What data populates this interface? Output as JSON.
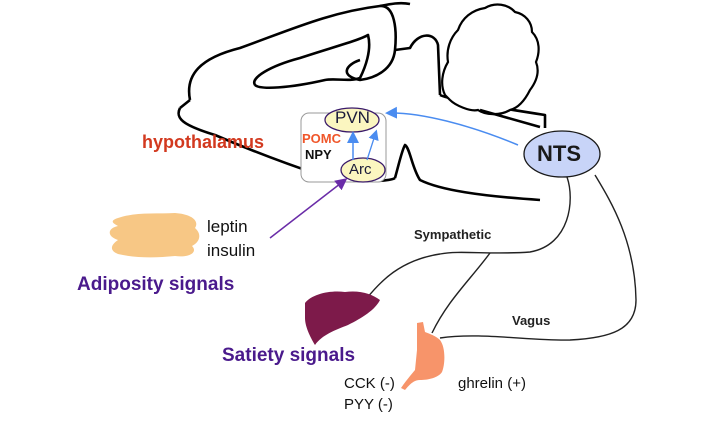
{
  "diagram": {
    "brain_regions": {
      "hypothalamus": "hypothalamus",
      "pvn": "PVN",
      "arc": "Arc",
      "nts": "NTS"
    },
    "neuropeptides": {
      "pomc": "POMC",
      "npy": "NPY"
    },
    "adiposity": {
      "signal_1": "leptin",
      "signal_2": "insulin",
      "heading": "Adiposity signals"
    },
    "pathways": {
      "sympathetic": "Sympathetic",
      "vagus": "Vagus"
    },
    "satiety": {
      "heading": "Satiety signals",
      "cck": "CCK (-)",
      "pyy": "PYY (-)",
      "ghrelin": "ghrelin (+)"
    },
    "colors": {
      "hypothalamus_text": "#d2391f",
      "pomc_text": "#f0562a",
      "signal_heading": "#4a1a8c",
      "nucleus_fill": "#fbf6c0",
      "nts_fill": "#c8d4f8",
      "blue_arrow": "#4a8cf0",
      "purple_arrow": "#6a2ca8",
      "fat": "#f7c785",
      "liver": "#7d1a4a",
      "stomach": "#f7946a"
    }
  }
}
